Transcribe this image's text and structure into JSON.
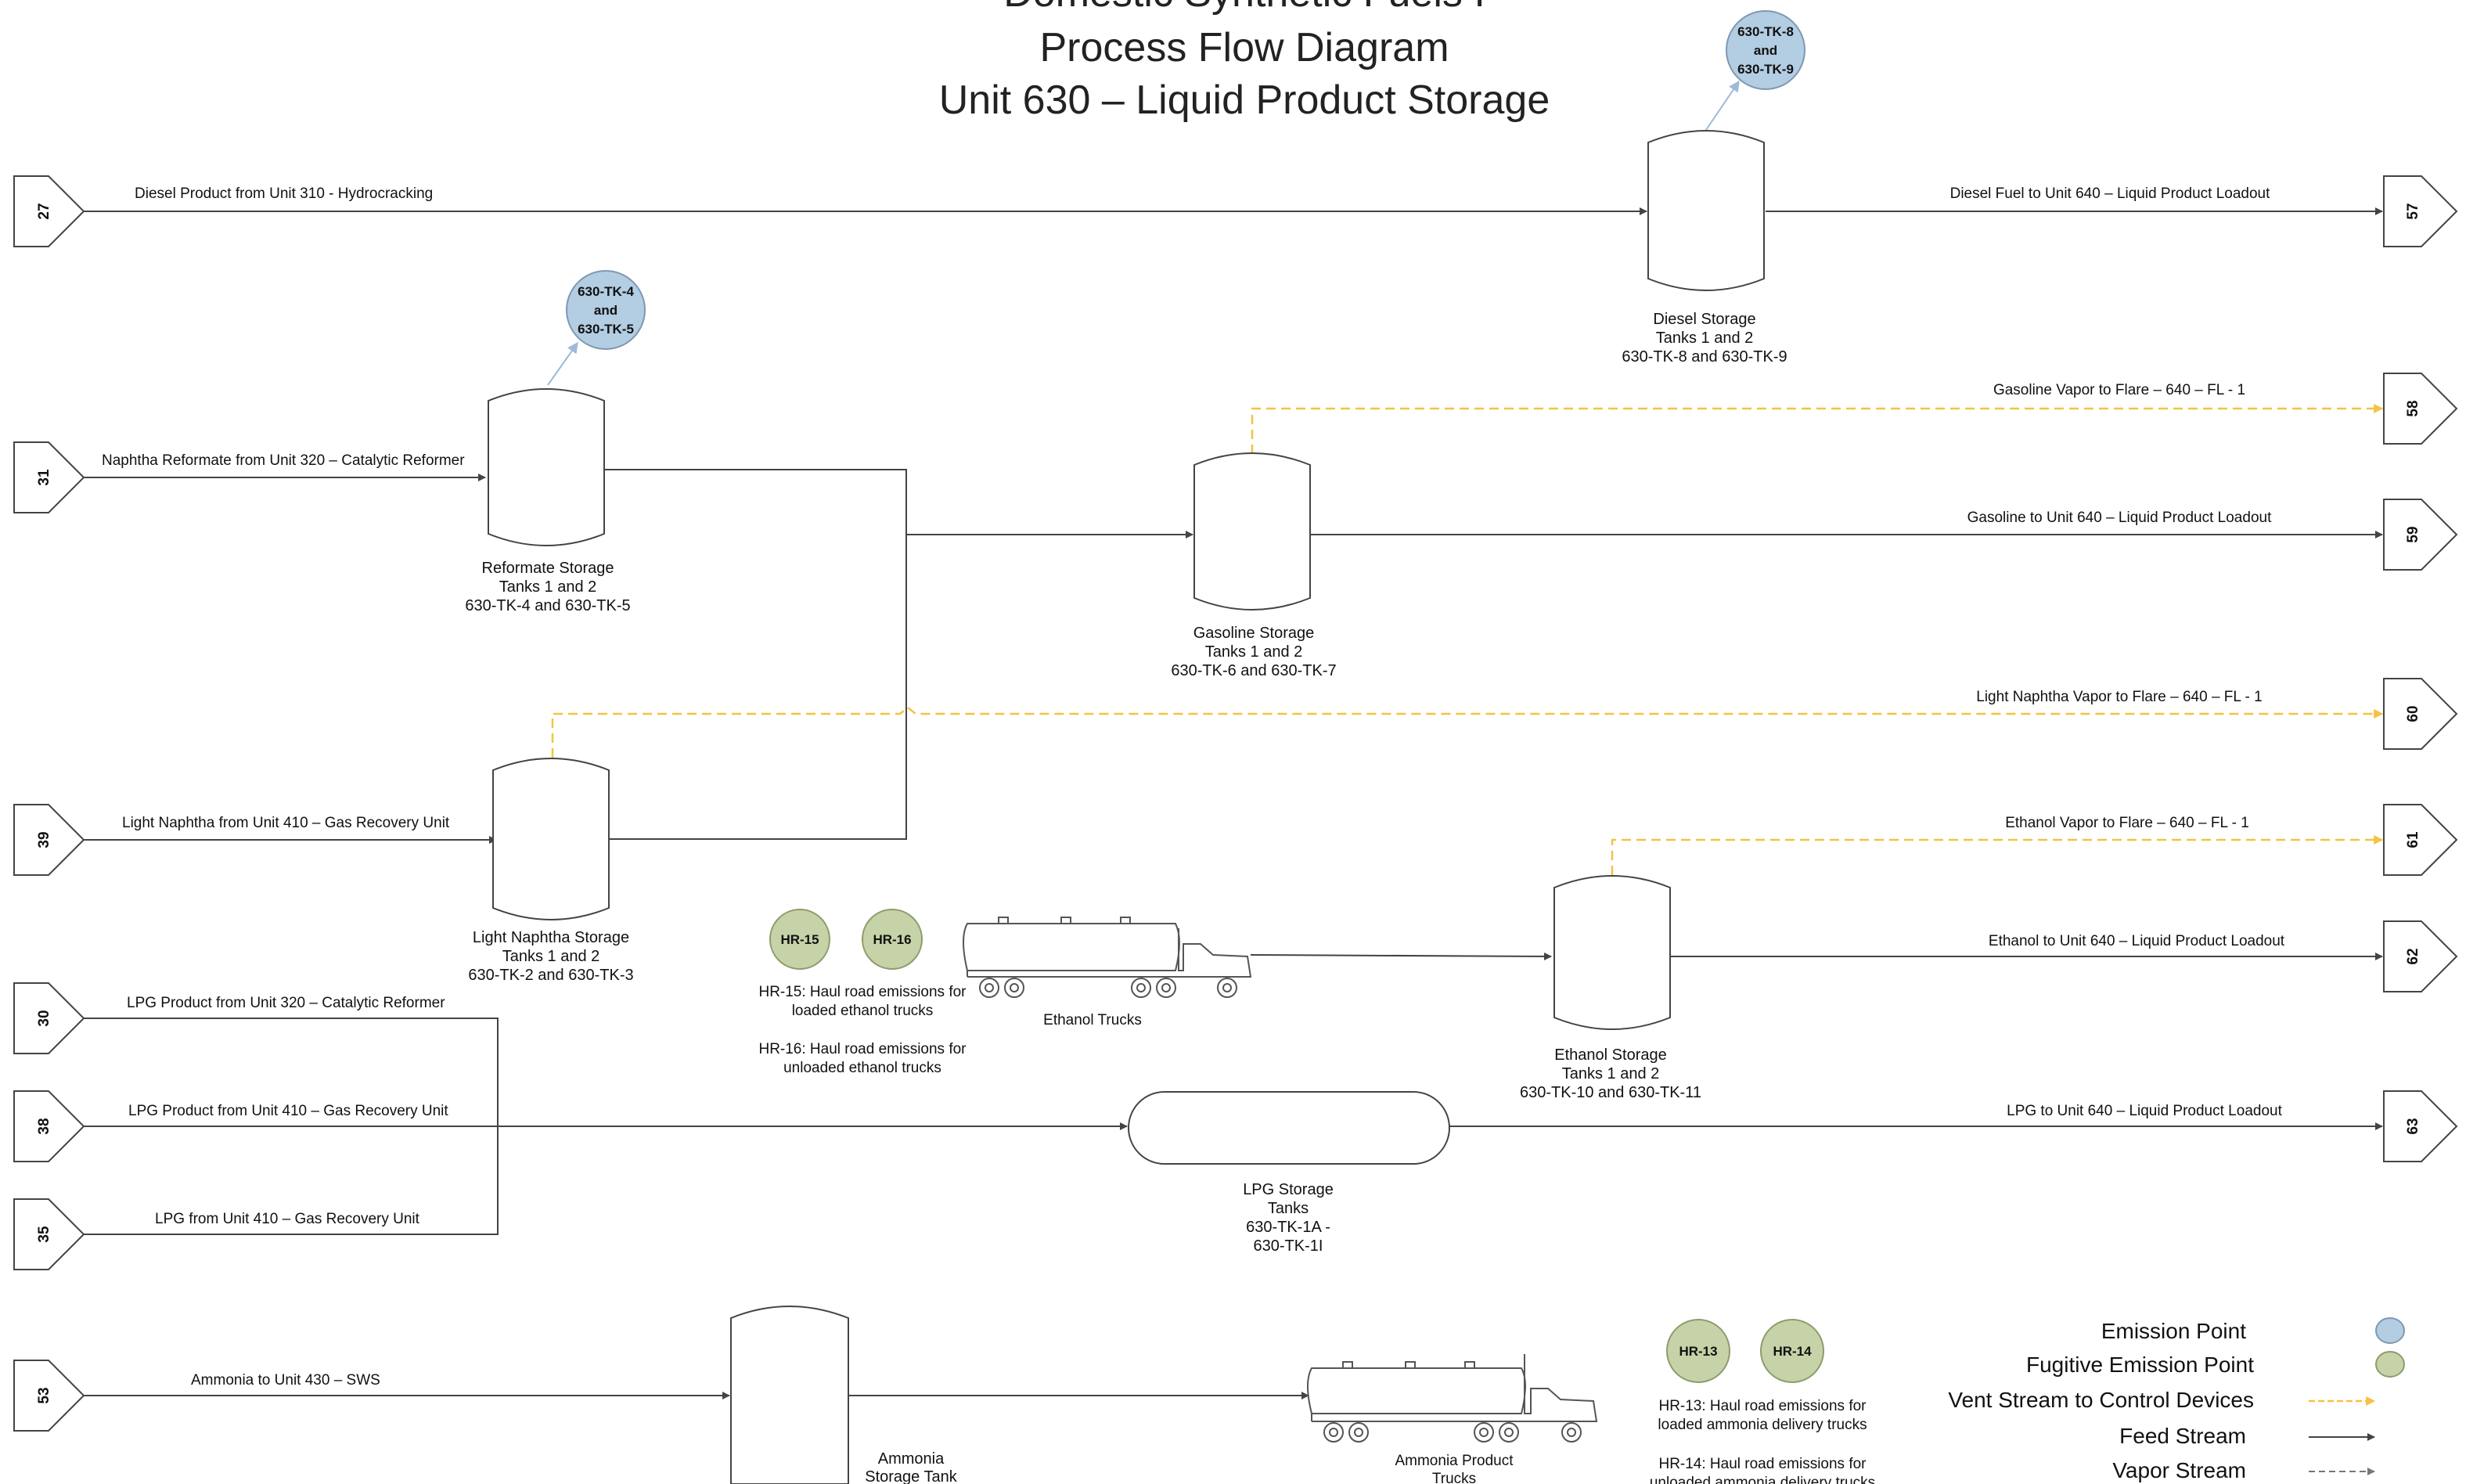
{
  "title": {
    "line1": "Domestic Synthetic Fuels I",
    "line2": "Process Flow Diagram",
    "line3": "Unit 630 – Liquid Product Storage"
  },
  "connectors": {
    "c27": "27",
    "c31": "31",
    "c39": "39",
    "c30": "30",
    "c38": "38",
    "c35": "35",
    "c53": "53",
    "c57": "57",
    "c58": "58",
    "c59": "59",
    "c60": "60",
    "c61": "61",
    "c62": "62",
    "c63": "63"
  },
  "streams": {
    "diesel_in": "Diesel Product from Unit 310 - Hydrocracking",
    "diesel_out": "Diesel Fuel to Unit 640 – Liquid Product Loadout",
    "naphtha_in": "Naphtha Reformate from Unit 320 – Catalytic Reformer",
    "gasoline_vapor": "Gasoline Vapor to Flare – 640 – FL - 1",
    "gasoline_out": "Gasoline to Unit 640 – Liquid Product Loadout",
    "light_naphtha_vapor": "Light Naphtha Vapor to Flare – 640 – FL - 1",
    "light_naphtha_in": "Light Naphtha from Unit 410 – Gas Recovery Unit",
    "ethanol_vapor": "Ethanol Vapor to Flare – 640 – FL - 1",
    "ethanol_out": "Ethanol to Unit 640 – Liquid Product Loadout",
    "lpg_320": "LPG Product from Unit 320 – Catalytic Reformer",
    "lpg_410": "LPG Product from Unit 410 – Gas Recovery Unit",
    "lpg_from_410": "LPG from Unit 410 – Gas Recovery Unit",
    "lpg_out": "LPG to Unit 640 – Liquid Product Loadout",
    "ammonia_in": "Ammonia to Unit 430 – SWS"
  },
  "equipment": {
    "diesel": [
      "Diesel Storage",
      "Tanks 1 and 2",
      "630-TK-8 and 630-TK-9"
    ],
    "reformate": [
      "Reformate Storage",
      "Tanks 1 and 2",
      "630-TK-4 and 630-TK-5"
    ],
    "gasoline": [
      "Gasoline Storage",
      "Tanks 1 and 2",
      "630-TK-6 and 630-TK-7"
    ],
    "light_naphtha": [
      "Light Naphtha Storage",
      "Tanks 1 and 2",
      "630-TK-2 and 630-TK-3"
    ],
    "ethanol": [
      "Ethanol Storage",
      "Tanks 1 and 2",
      "630-TK-10 and 630-TK-11"
    ],
    "lpg": [
      "LPG Storage",
      "Tanks",
      "630-TK-1A -",
      "630-TK-1I"
    ],
    "ammonia": [
      "Ammonia",
      "Storage Tank"
    ],
    "ethanol_trucks": "Ethanol Trucks",
    "ammonia_trucks": [
      "Ammonia Product",
      "Trucks"
    ]
  },
  "emission_points": {
    "ep_diesel": [
      "630-TK-8",
      "and",
      "630-TK-9"
    ],
    "ep_reformate": [
      "630-TK-4",
      "and",
      "630-TK-5"
    ],
    "hr15": "HR-15",
    "hr16": "HR-16",
    "hr13": "HR-13",
    "hr14": "HR-14"
  },
  "notes": {
    "hr15": [
      "HR-15: Haul road emissions for",
      "loaded ethanol trucks"
    ],
    "hr16": [
      "HR-16: Haul road emissions for",
      "unloaded ethanol trucks"
    ],
    "hr13": [
      "HR-13: Haul road emissions for",
      "loaded ammonia delivery trucks"
    ],
    "hr14": [
      "HR-14: Haul road emissions for",
      "unloaded ammonia delivery trucks"
    ]
  },
  "legend": {
    "emission_point": "Emission Point",
    "fugitive": "Fugitive Emission Point",
    "vent": "Vent Stream to Control Devices",
    "feed": "Feed Stream",
    "vapor": "Vapor Stream"
  },
  "colors": {
    "emission_point": "#b3cde3",
    "fugitive_emission_point": "#c6d2a7",
    "vent_stream": "#f5c242",
    "feed_stream": "#444444",
    "vapor_stream": "#888888"
  }
}
